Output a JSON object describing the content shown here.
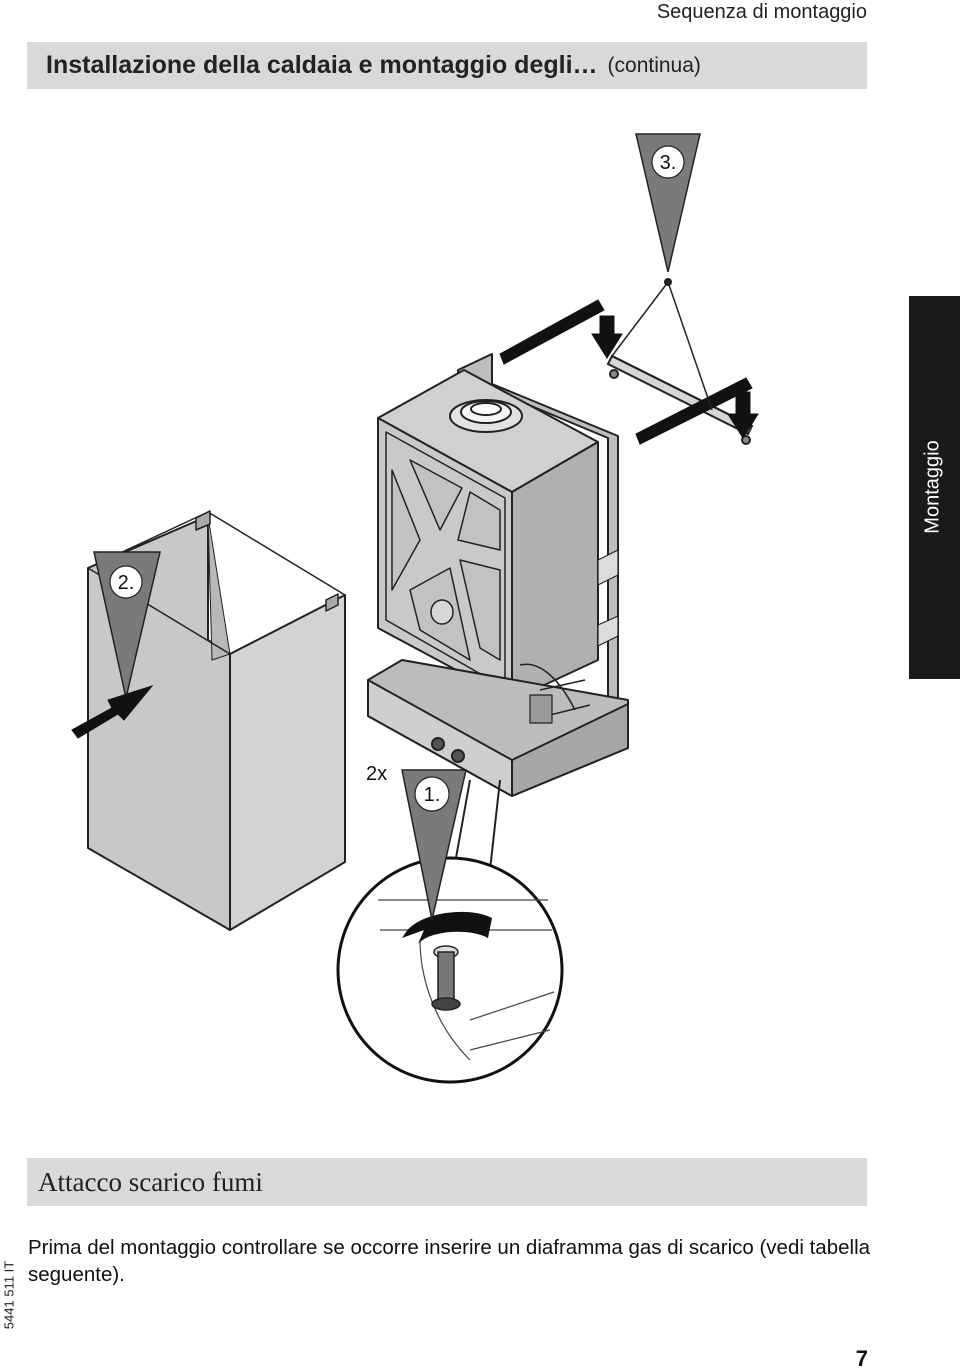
{
  "header": {
    "section": "Sequenza di montaggio",
    "title": "Installazione della caldaia e montaggio degli…",
    "title_suffix": "(continua)"
  },
  "side_tab": {
    "label": "Montaggio"
  },
  "figure": {
    "step_3": "3.",
    "step_2": "2.",
    "step_1": "1.",
    "count": "2x"
  },
  "section": {
    "title": "Attacco scarico fumi",
    "text": "Prima del montaggio controllare se occorre inserire un diaframma gas di scarico (vedi tabella seguente)."
  },
  "footer": {
    "doc_code": "5441 511 IT",
    "page_number": "7"
  }
}
